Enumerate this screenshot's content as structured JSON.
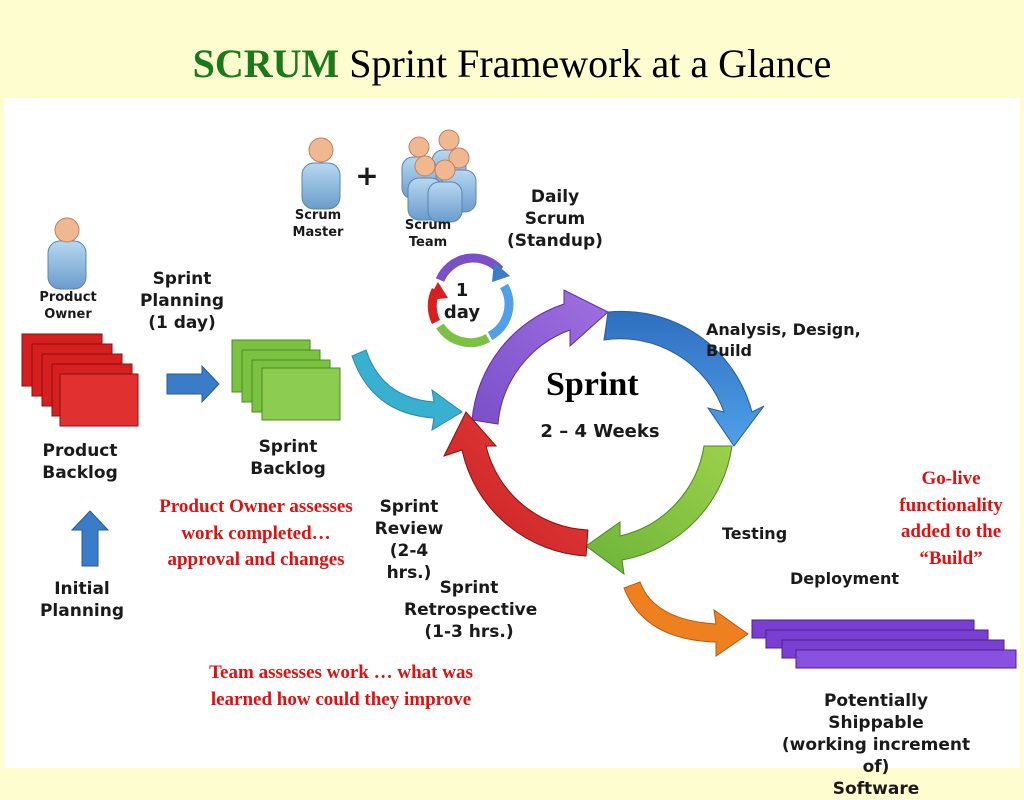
{
  "title": {
    "accent": "SCRUM",
    "rest": "Sprint Framework at a Glance"
  },
  "roles": {
    "product_owner": "Product\nOwner",
    "scrum_master": "Scrum\nMaster",
    "plus": "+",
    "scrum_team": "Scrum\nTeam"
  },
  "labels": {
    "sprint_planning": "Sprint\nPlanning\n(1 day)",
    "product_backlog": "Product\nBacklog",
    "sprint_backlog": "Sprint\nBacklog",
    "initial_planning": "Initial\nPlanning",
    "daily_scrum": "Daily\nScrum\n(Standup)",
    "one_day": "1\nday",
    "sprint": "Sprint",
    "sprint_duration": "2 – 4 Weeks",
    "analysis": "Analysis, Design, Build",
    "testing": "Testing",
    "deployment": "Deployment",
    "sprint_review": "Sprint\nReview\n(2-4 hrs.)",
    "sprint_retro": "Sprint\nRetrospective\n(1-3 hrs.)",
    "shippable": "Potentially Shippable\n(working increment of)\nSoftware"
  },
  "notes": {
    "po_assesses": "Product Owner assesses\nwork completed…\napproval and changes",
    "team_assesses": "Team assesses work … what was\nlearned how could they improve",
    "go_live": "Go-live\nfunctionality\nadded to the\n“Build”"
  },
  "colors": {
    "title_accent": "#1a7a1a",
    "note_red": "#e01010",
    "backlog_red": "#d62020",
    "sprint_green": "#7cc242",
    "software_purple": "#7a3fd0",
    "arrow_blue": "#3a7cc8"
  }
}
